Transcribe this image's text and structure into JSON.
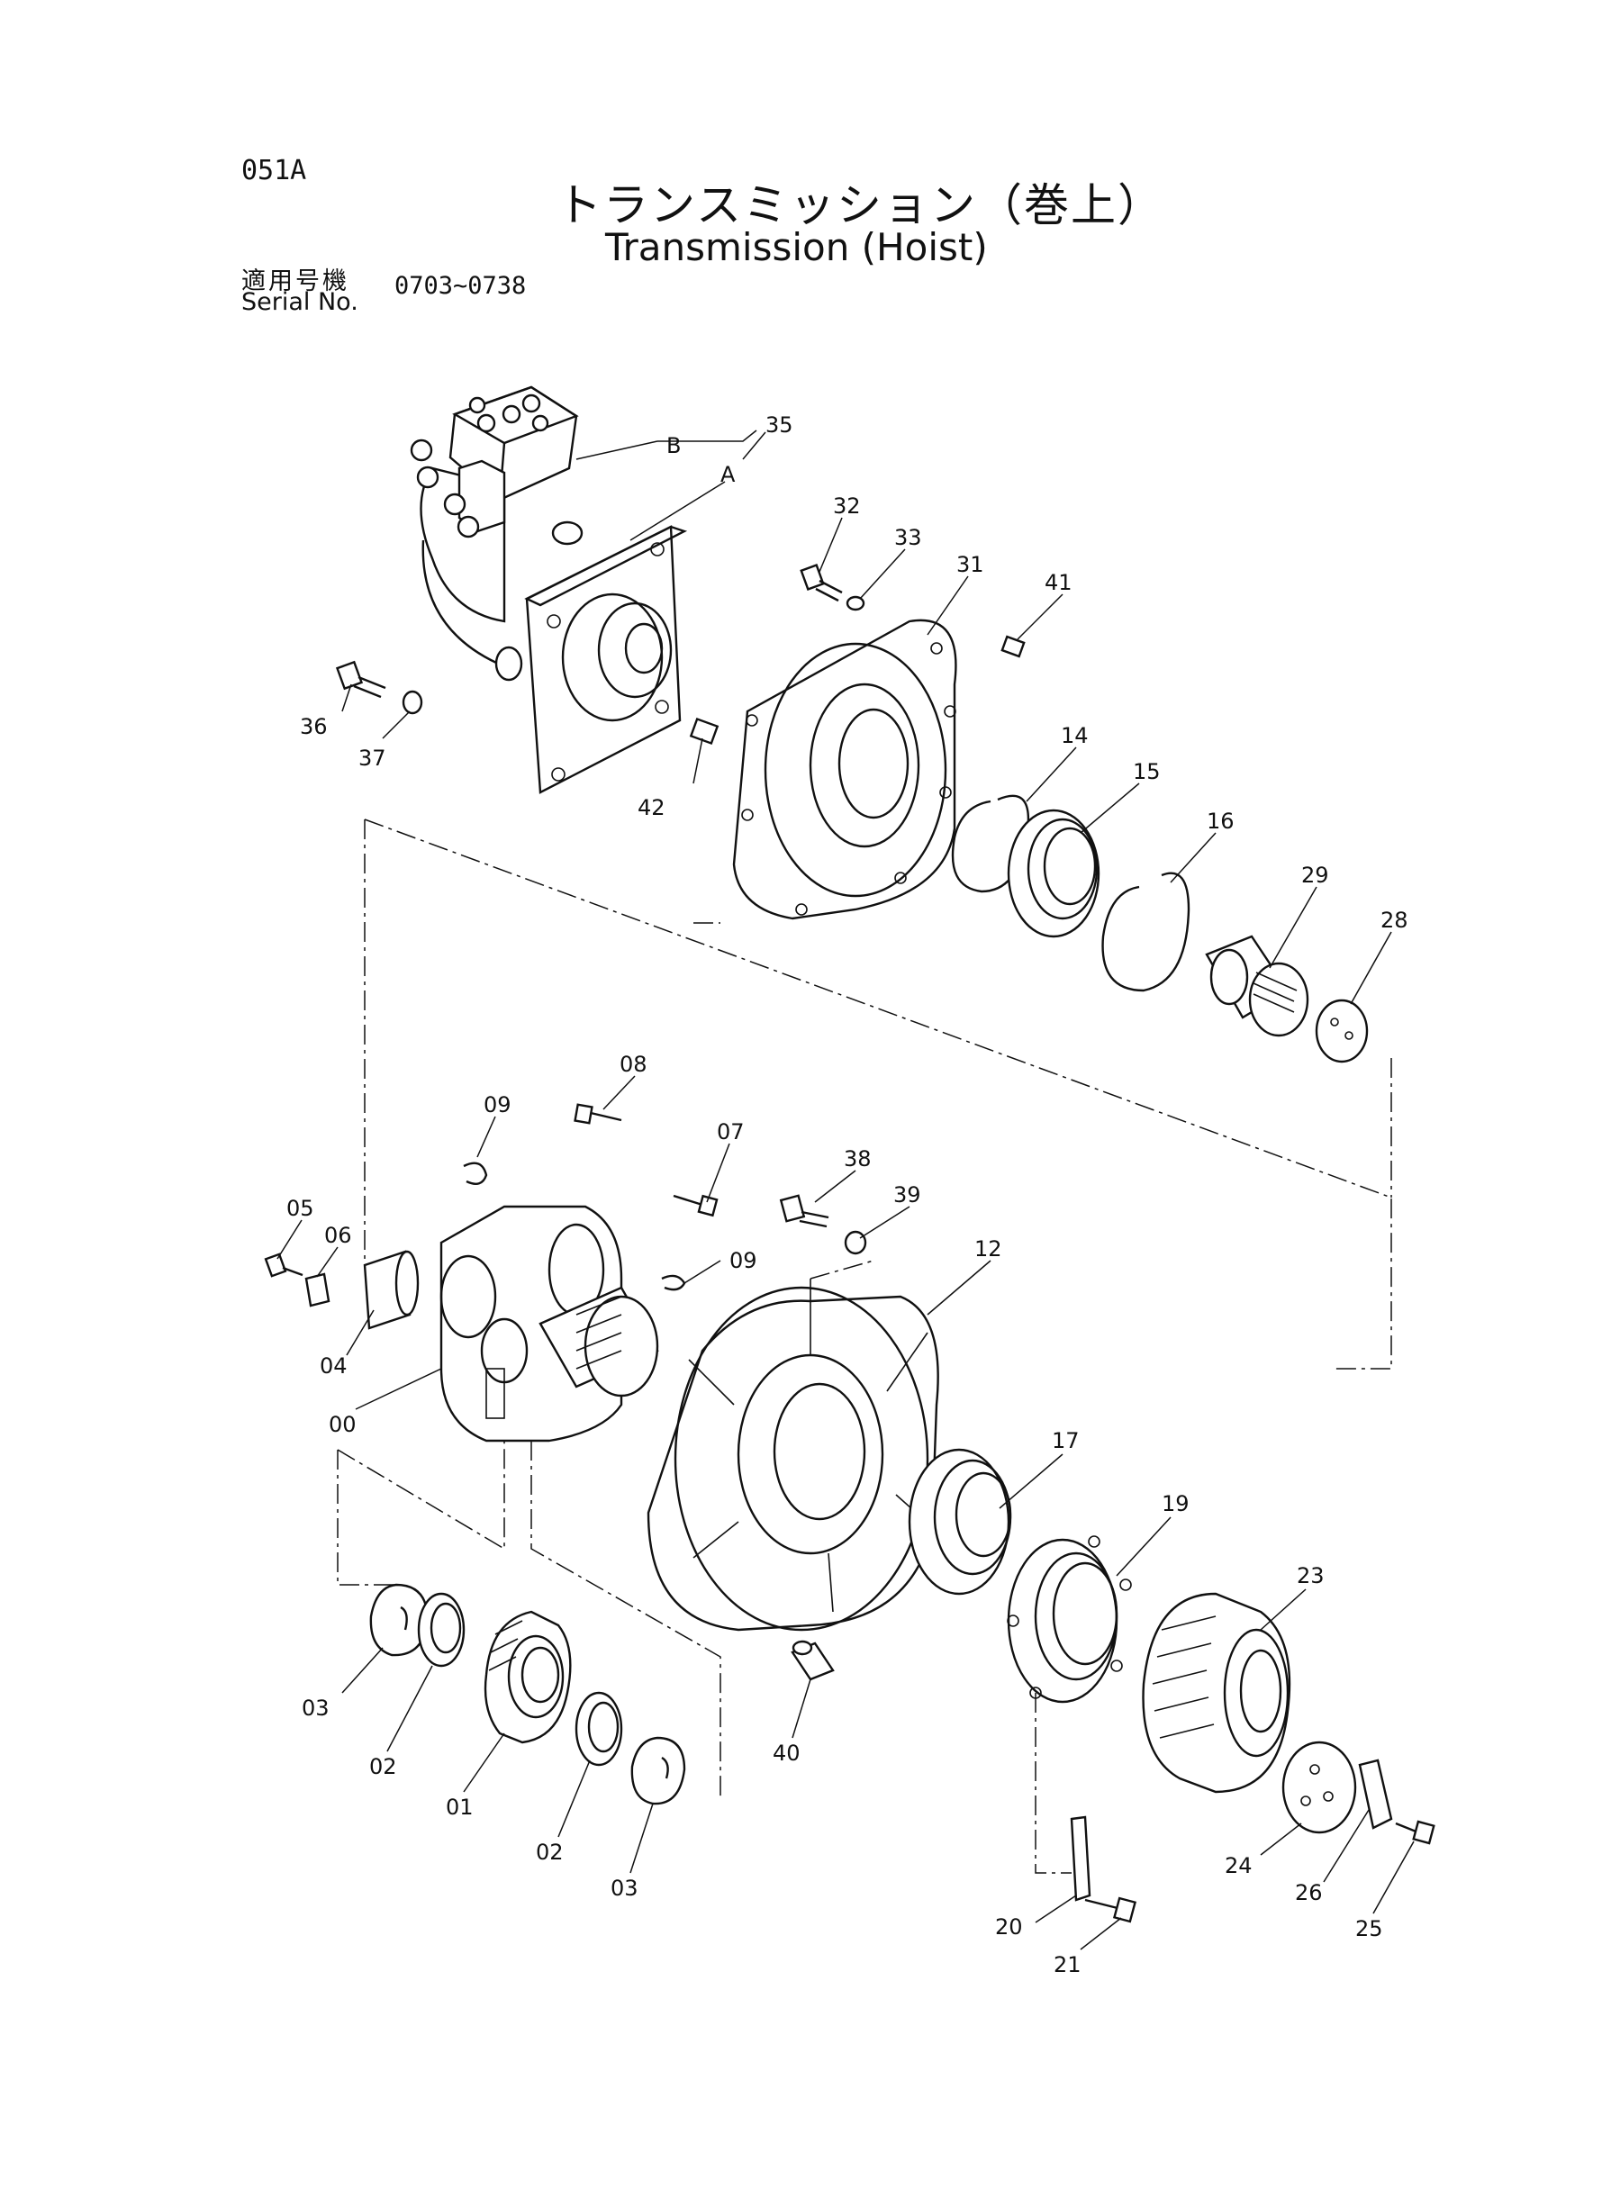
{
  "header": {
    "page_code": "051A",
    "title_jp": "トランスミッション（巻上）",
    "title_en": "Transmission (Hoist)",
    "serial_label_jp": "適用号機",
    "serial_label_en": "Serial No.",
    "serial_range": "0703~0738"
  },
  "callouts": {
    "p35": "35",
    "pB": "B",
    "pA": "A",
    "p32": "32",
    "p33": "33",
    "p31": "31",
    "p41": "41",
    "p36": "36",
    "p37": "37",
    "p42": "42",
    "p14": "14",
    "p15": "15",
    "p16": "16",
    "p29": "29",
    "p28": "28",
    "p09a": "09",
    "p08": "08",
    "p07": "07",
    "p09b": "09",
    "p38": "38",
    "p39": "39",
    "p12": "12",
    "p05": "05",
    "p06": "06",
    "p04": "04",
    "p00": "00",
    "p17": "17",
    "p19": "19",
    "p23": "23",
    "p03a": "03",
    "p02a": "02",
    "p01": "01",
    "p02b": "02",
    "p03b": "03",
    "p40": "40",
    "p20": "20",
    "p21": "21",
    "p24": "24",
    "p26": "26",
    "p25": "25"
  }
}
